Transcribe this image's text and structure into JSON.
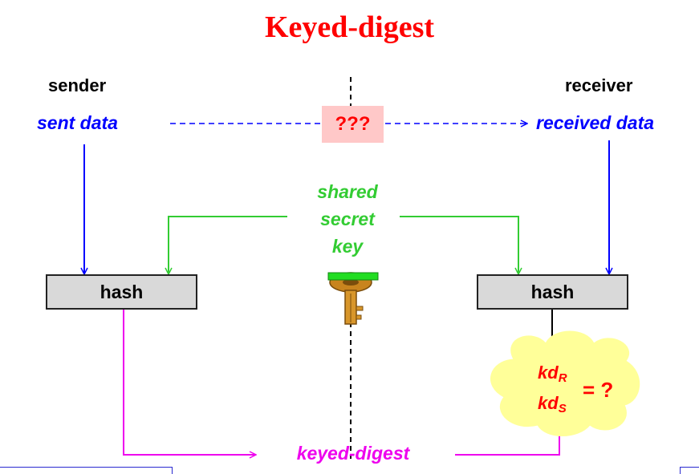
{
  "title": "Keyed-digest",
  "sender": "sender",
  "receiver": "receiver",
  "sent_data": "sent data",
  "received_data": "received data",
  "unknown_channel": "???",
  "shared_key_lines": [
    "shared",
    "secret",
    "key"
  ],
  "hash_left": "hash",
  "hash_right": "hash",
  "keyed_digest": "keyed-digest",
  "kd_receiver": {
    "base": "kd",
    "sub": "R"
  },
  "kd_sender": {
    "base": "kd",
    "sub": "S"
  },
  "comparison": "= ?",
  "colors": {
    "title": "#ff0000",
    "data_flow": "#0000ff",
    "key_flow": "#33cc33",
    "digest_flow": "#ee00ee",
    "unknown_bg": "#ffc8c8",
    "cloud": "#ffff99"
  },
  "icons": {
    "key": "key-icon"
  }
}
